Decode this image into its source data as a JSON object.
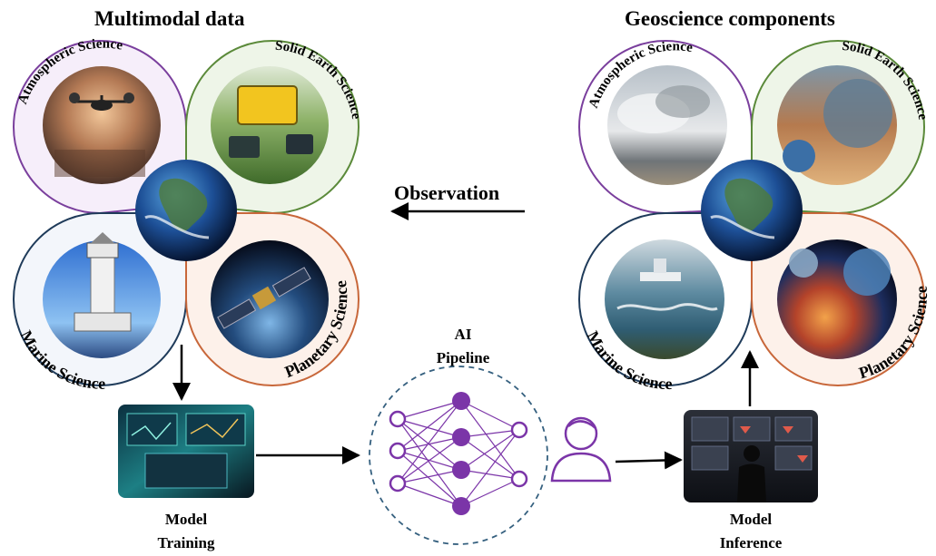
{
  "left_panel": {
    "title": "Multimodal data",
    "petals": {
      "atmospheric": "Atmospheric Science",
      "solid_earth": "Solid Earth Science",
      "marine": "Marine Science",
      "planetary": "Planetary Science"
    }
  },
  "right_panel": {
    "title": "Geoscience components",
    "petals": {
      "atmospheric": "Atmospheric Science",
      "solid_earth": "Solid Earth Science",
      "marine": "Marine Science",
      "planetary": "Planetary Science"
    }
  },
  "flow": {
    "observation": "Observation",
    "ai_pipeline": [
      "AI",
      "Pipeline"
    ],
    "model_training": [
      "Model",
      "Training"
    ],
    "model_inference": [
      "Model",
      "Inference"
    ]
  },
  "colors": {
    "atmospheric_stroke": "#7a3f9d",
    "atmospheric_fill": "#f6eefa",
    "solid_earth_stroke": "#5b8a3a",
    "solid_earth_fill": "#eef5e8",
    "marine_stroke": "#1f3b5a",
    "marine_fill": "#f3f6fb",
    "planetary_stroke": "#c8673a",
    "planetary_fill": "#fdf1ea",
    "network_purple": "#7b35a8",
    "network_ring": "#35607f"
  },
  "icons": [
    "drone-photo",
    "survey-equipment-photo",
    "lighthouse-photo",
    "satellite-photo",
    "earth-globe",
    "clouds-photo",
    "rock-planet-photo",
    "ship-photo",
    "planets-photo",
    "training-monitors-photo",
    "inference-dashboard-photo",
    "user-icon",
    "neural-network-icon"
  ]
}
